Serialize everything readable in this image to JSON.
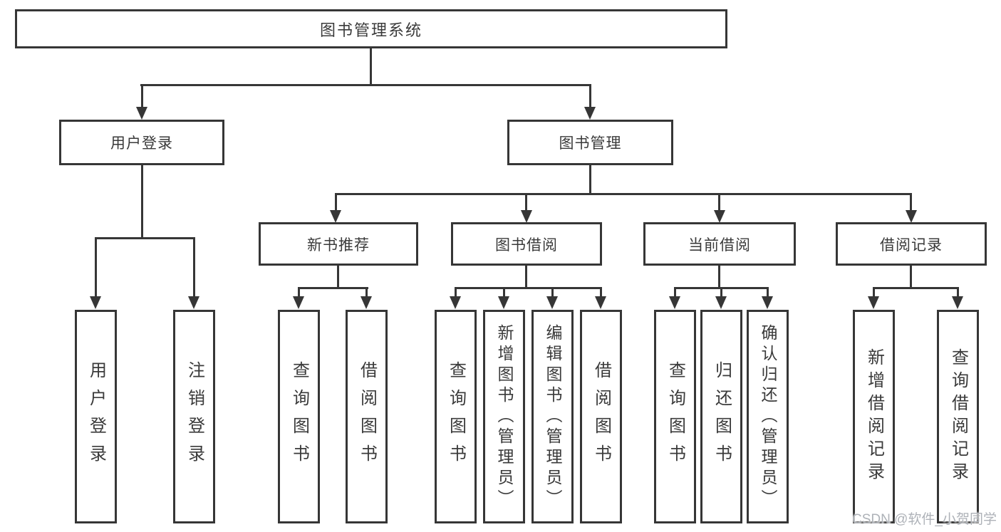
{
  "diagram": {
    "type": "hierarchy-tree",
    "nodes": {
      "root": {
        "label": "图书管理系统"
      },
      "level2": [
        {
          "id": "user-login",
          "label": "用户登录"
        },
        {
          "id": "book-management",
          "label": "图书管理"
        }
      ],
      "level3": [
        {
          "id": "new-book-recommend",
          "label": "新书推荐",
          "parent": "图书管理"
        },
        {
          "id": "book-borrow",
          "label": "图书借阅",
          "parent": "图书管理"
        },
        {
          "id": "current-borrow",
          "label": "当前借阅",
          "parent": "图书管理"
        },
        {
          "id": "borrow-records",
          "label": "借阅记录",
          "parent": "图书管理"
        }
      ],
      "leaves": {
        "user_login": [
          "用户登录",
          "注销登录"
        ],
        "new_book_recommend": [
          "查询图书",
          "借阅图书"
        ],
        "book_borrow": [
          "查询图书",
          "新增图书（管理员）",
          "编辑图书（管理员）",
          "借阅图书"
        ],
        "current_borrow": [
          "查询图书",
          "归还图书",
          "确认归还（管理员）"
        ],
        "borrow_records": [
          "新增借阅记录",
          "查询借阅记录"
        ]
      }
    },
    "colors": {
      "background": "#ffffff",
      "line": "#363636",
      "box_border": "#363636",
      "text": "#3a3a3a",
      "watermark": "#aeb2b8"
    }
  },
  "watermark": {
    "text": "CSDN @软件_小贺同学"
  }
}
